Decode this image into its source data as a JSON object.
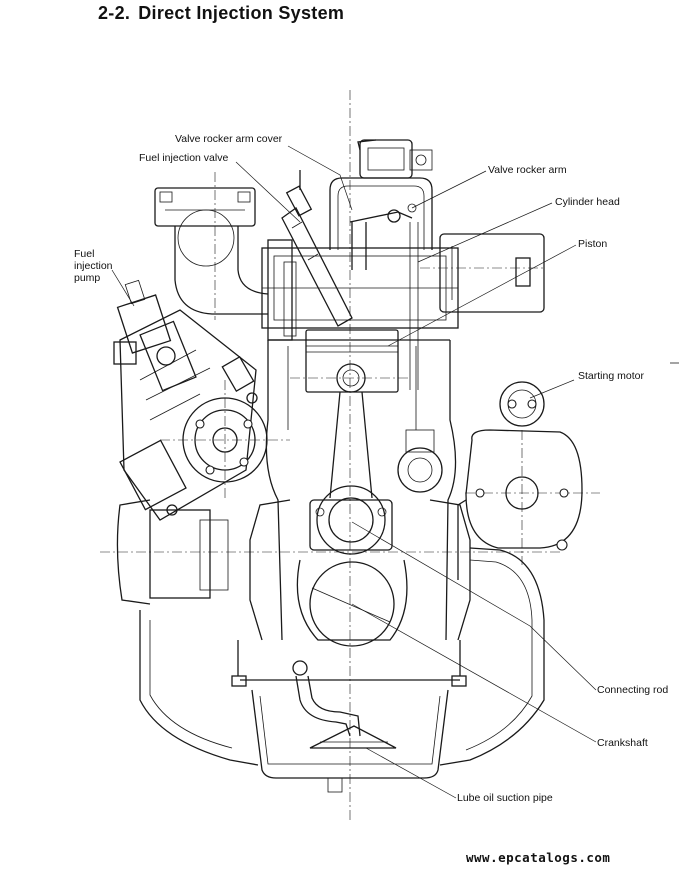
{
  "heading": {
    "number": "2-2.",
    "title": "Direct Injection System"
  },
  "labels": {
    "valve_rocker_arm_cover": "Valve rocker arm cover",
    "fuel_injection_valve": "Fuel injection valve",
    "valve_rocker_arm": "Valve rocker arm",
    "cylinder_head": "Cylinder head",
    "piston": "Piston",
    "fuel_injection_pump": "Fuel injection pump",
    "starting_motor": "Starting motor",
    "connecting_rod": "Connecting rod",
    "crankshaft": "Crankshaft",
    "lube_oil_suction_pipe": "Lube oil suction pipe"
  },
  "footer": {
    "url": "www.epcatalogs.com"
  }
}
